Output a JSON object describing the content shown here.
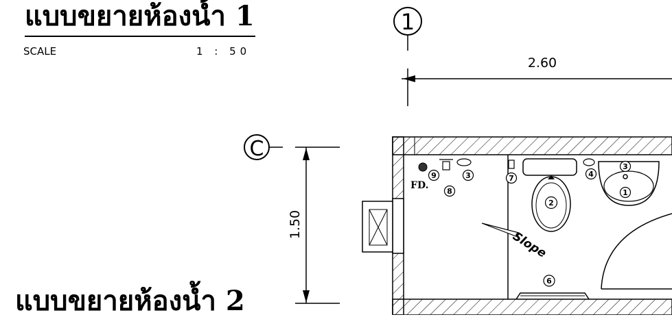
{
  "titles": {
    "plan1": "แบบขยายห้องน้ำ 1",
    "plan2": "แบบขยายห้องน้ำ 2"
  },
  "scale": {
    "label": "SCALE",
    "value": "1 : 50"
  },
  "grid": {
    "vertical": "1",
    "horizontal": "C"
  },
  "dimensions": {
    "width": "2.60",
    "height": "1.50"
  },
  "annotations": {
    "floor_drain": "FD.",
    "slope": "Slope"
  },
  "fixture_tags": [
    "1",
    "2",
    "3",
    "3",
    "4",
    "6",
    "7",
    "8",
    "9"
  ],
  "colors": {
    "line": "#000000",
    "background": "#ffffff"
  }
}
